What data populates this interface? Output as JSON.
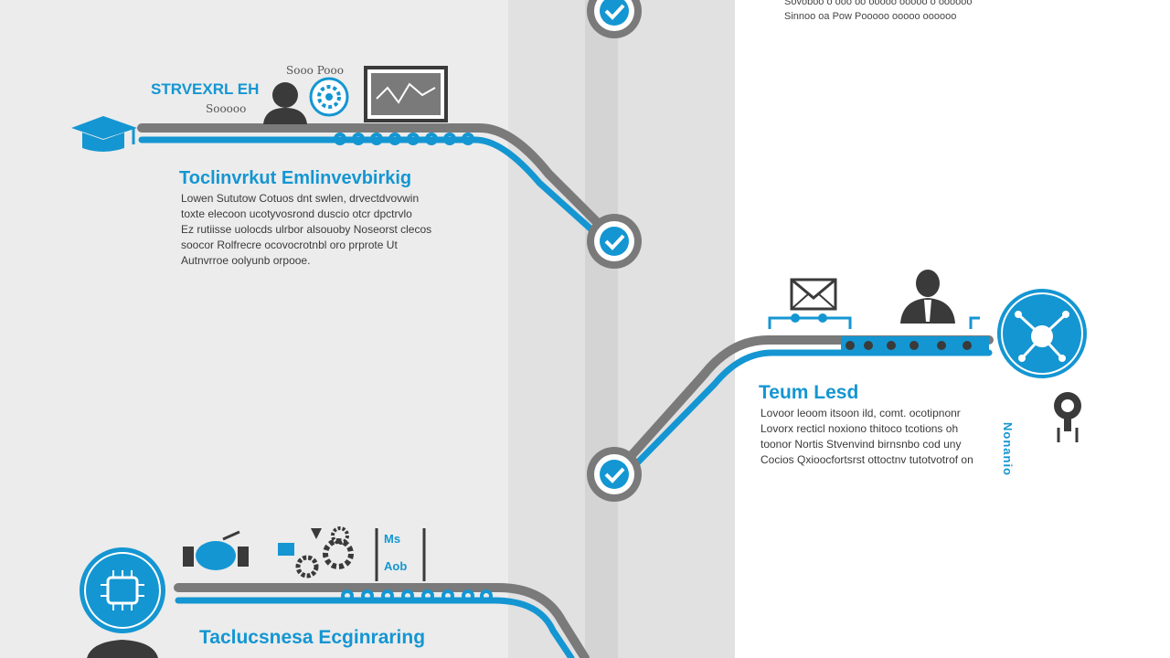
{
  "colors": {
    "accent": "#1496d2",
    "track_gray": "#8a8a8a",
    "dark_gray": "#555555",
    "left_panel": "#ececec",
    "center_band": "#dcdcdc",
    "right_panel": "#ffffff"
  },
  "top_right": {
    "lines": [
      "Sovoboo o ooo oo ooooo ooooo o oooooo",
      "Sinnoo oa Pow Pooooo ooooo oooooo"
    ]
  },
  "milestone_1": {
    "header_label": "STRVEXRL EH",
    "header_sub_a": "Sooo Pooo",
    "header_sub_b": "Sooooo",
    "title": "Toclinvrkut Emlinvevbirkig",
    "body": [
      "Lowen Sututow Cotuos dnt swlen, drvectdvovwin",
      "toxte elecoon ucotyvosrond duscio otcr dpctrvlo",
      "Ez rutiisse uolocds ulrbor alsouoby Noseorst clecos",
      "soocor Rolfrecre ocovocrotnbl oro prprote Ut",
      "Autnvrroe oolyunb orpooe."
    ],
    "icons": [
      "graduation-cap-icon",
      "person-icon",
      "gear-badge-icon",
      "chart-monitor-icon"
    ]
  },
  "milestone_2": {
    "title": "Teum Lesd",
    "body": [
      "Lovoor leoom itsoon ild, comt. ocotipnonr",
      "Lovorx recticl noxiono thitoco tcotions oh",
      "toonor Nortis Stvenvind birnsnbo cod uny",
      "Cocios Qxioocfortsrst ottoctnv tutotvotrof on"
    ],
    "side_label": "Nonanio",
    "icons": [
      "envelope-icon",
      "businessman-icon",
      "network-badge-icon",
      "location-pin-icon"
    ]
  },
  "milestone_3": {
    "title": "Taclucsnesa Ecginraring",
    "header_label_a": "Ms",
    "header_label_b": "Aob",
    "icons": [
      "circuit-badge-icon",
      "handshake-icon",
      "gears-icon",
      "document-icon"
    ]
  },
  "nodes": [
    "node-top-icon",
    "node-middle-icon",
    "node-lower-icon"
  ]
}
